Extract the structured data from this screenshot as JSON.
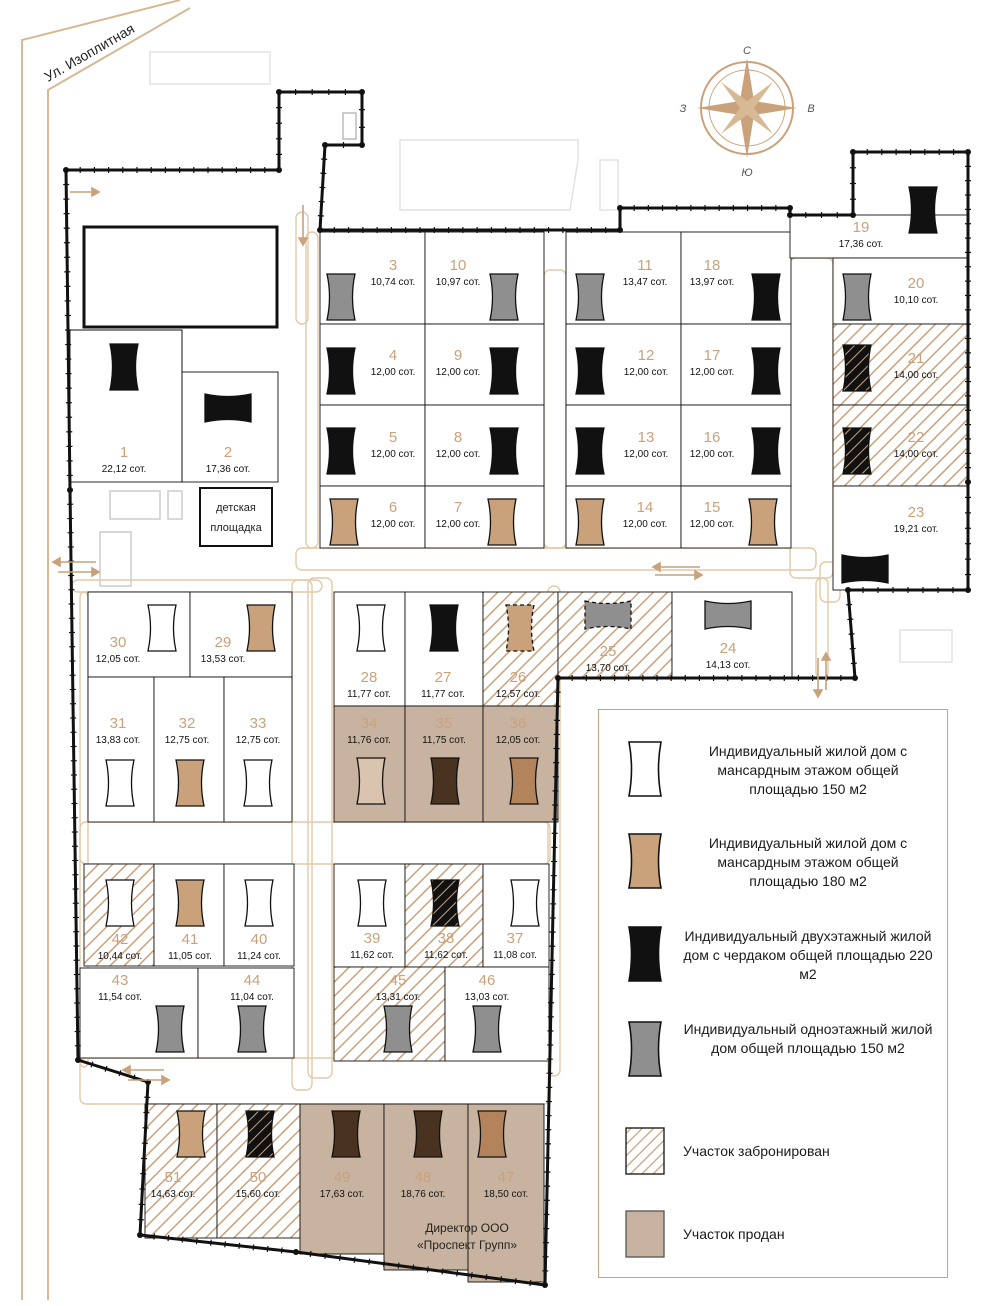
{
  "street_label": "Ул. Изоплитная",
  "compass": {
    "north": "С",
    "south": "Ю",
    "west": "З",
    "east": "В"
  },
  "colors": {
    "accent": "#c9a27b",
    "sold_fill": "#c8b3a0",
    "black_house": "#111111",
    "gray_house": "#8f8f8f",
    "tan_house": "#c9a27b",
    "brown_house": "#b3845b",
    "dark_brown_house": "#4a3220",
    "light_brown_house": "#d9c4b0"
  },
  "playground": {
    "label_line1": "детская",
    "label_line2": "площадка"
  },
  "director_label": {
    "line1": "Директор ООО",
    "line2": "«Проспект Групп»"
  },
  "plots": [
    {
      "n": "1",
      "area": "22,12 сот.",
      "status": "free",
      "house": "black"
    },
    {
      "n": "2",
      "area": "17,36 сот.",
      "status": "free",
      "house": "black"
    },
    {
      "n": "3",
      "area": "10,74 сот.",
      "status": "free",
      "house": "gray"
    },
    {
      "n": "10",
      "area": "10,97 сот.",
      "status": "free",
      "house": "gray"
    },
    {
      "n": "11",
      "area": "13,47 сот.",
      "status": "free",
      "house": "gray"
    },
    {
      "n": "18",
      "area": "13,97 сот.",
      "status": "free",
      "house": "black"
    },
    {
      "n": "19",
      "area": "17,36 сот.",
      "status": "free",
      "house": "black"
    },
    {
      "n": "20",
      "area": "10,10 сот.",
      "status": "free",
      "house": "gray"
    },
    {
      "n": "4",
      "area": "12,00 сот.",
      "status": "free",
      "house": "black"
    },
    {
      "n": "9",
      "area": "12,00 сот.",
      "status": "free",
      "house": "black"
    },
    {
      "n": "12",
      "area": "12,00 сот.",
      "status": "free",
      "house": "black"
    },
    {
      "n": "17",
      "area": "12,00 сот.",
      "status": "free",
      "house": "black"
    },
    {
      "n": "21",
      "area": "14,00 сот.",
      "status": "reserved",
      "house": "black"
    },
    {
      "n": "5",
      "area": "12,00 сот.",
      "status": "free",
      "house": "black"
    },
    {
      "n": "8",
      "area": "12,00 сот.",
      "status": "free",
      "house": "black"
    },
    {
      "n": "13",
      "area": "12,00 сот.",
      "status": "free",
      "house": "black"
    },
    {
      "n": "16",
      "area": "12,00 сот.",
      "status": "free",
      "house": "black"
    },
    {
      "n": "22",
      "area": "14,00 сот.",
      "status": "reserved",
      "house": "black"
    },
    {
      "n": "6",
      "area": "12,00 сот.",
      "status": "free",
      "house": "tan"
    },
    {
      "n": "7",
      "area": "12,00 сот.",
      "status": "free",
      "house": "tan"
    },
    {
      "n": "14",
      "area": "12,00 сот.",
      "status": "free",
      "house": "tan"
    },
    {
      "n": "15",
      "area": "12,00 сот.",
      "status": "free",
      "house": "tan"
    },
    {
      "n": "23",
      "area": "19,21 сот.",
      "status": "free",
      "house": "black"
    },
    {
      "n": "30",
      "area": "12,05 сот.",
      "status": "free",
      "house": "white"
    },
    {
      "n": "29",
      "area": "13,53 сот.",
      "status": "free",
      "house": "tan"
    },
    {
      "n": "28",
      "area": "11,77 сот.",
      "status": "free",
      "house": "white"
    },
    {
      "n": "27",
      "area": "11,77 сот.",
      "status": "free",
      "house": "black"
    },
    {
      "n": "26",
      "area": "12,57 сот.",
      "status": "reserved",
      "house": "tan"
    },
    {
      "n": "25",
      "area": "13,70 сот.",
      "status": "reserved",
      "house": "gray"
    },
    {
      "n": "24",
      "area": "14,13 сот.",
      "status": "free",
      "house": "gray"
    },
    {
      "n": "31",
      "area": "13,83 сот.",
      "status": "free",
      "house": "white"
    },
    {
      "n": "32",
      "area": "12,75 сот.",
      "status": "free",
      "house": "tan"
    },
    {
      "n": "33",
      "area": "12,75 сот.",
      "status": "free",
      "house": "white"
    },
    {
      "n": "34",
      "area": "11,76 сот.",
      "status": "sold",
      "house": "light-brown"
    },
    {
      "n": "35",
      "area": "11,75 сот.",
      "status": "sold",
      "house": "dark-brown"
    },
    {
      "n": "36",
      "area": "12,05 сот.",
      "status": "sold",
      "house": "brown"
    },
    {
      "n": "42",
      "area": "10,44 сот.",
      "status": "reserved",
      "house": "white"
    },
    {
      "n": "41",
      "area": "11,05 сот.",
      "status": "free",
      "house": "tan"
    },
    {
      "n": "40",
      "area": "11,24 сот.",
      "status": "free",
      "house": "white"
    },
    {
      "n": "39",
      "area": "11,62 сот.",
      "status": "free",
      "house": "white"
    },
    {
      "n": "38",
      "area": "11,62 сот.",
      "status": "reserved",
      "house": "black"
    },
    {
      "n": "37",
      "area": "11,08 сот.",
      "status": "free",
      "house": "white"
    },
    {
      "n": "43",
      "area": "11,54 сот.",
      "status": "free",
      "house": "gray"
    },
    {
      "n": "44",
      "area": "11,04 сот.",
      "status": "free",
      "house": "gray"
    },
    {
      "n": "45",
      "area": "13,31 сот.",
      "status": "reserved",
      "house": "gray"
    },
    {
      "n": "46",
      "area": "13,03 сот.",
      "status": "free",
      "house": "gray"
    },
    {
      "n": "51",
      "area": "14,63 сот.",
      "status": "reserved",
      "house": "tan"
    },
    {
      "n": "50",
      "area": "15,60 сот.",
      "status": "reserved",
      "house": "black"
    },
    {
      "n": "49",
      "area": "17,63 сот.",
      "status": "sold",
      "house": "dark-brown"
    },
    {
      "n": "48",
      "area": "18,76 сот.",
      "status": "sold",
      "house": "dark-brown"
    },
    {
      "n": "47",
      "area": "18,50 сот.",
      "status": "sold",
      "house": "brown"
    }
  ],
  "legend": [
    {
      "kind": "white",
      "text": "Индивидуальный жилой дом с мансардным этажом общей площадью 150 м2"
    },
    {
      "kind": "tan",
      "text": "Индивидуальный жилой дом с мансардным этажом общей площадью 180 м2"
    },
    {
      "kind": "black",
      "text": "Индивидуальный двухэтажный жилой дом с чердаком общей площадью 220 м2"
    },
    {
      "kind": "gray",
      "text": "Индивидуальный одноэтажный жилой дом общей площадью 150 м2"
    },
    {
      "kind": "reserved",
      "text": "Участок забронирован"
    },
    {
      "kind": "sold",
      "text": "Участок продан"
    }
  ]
}
